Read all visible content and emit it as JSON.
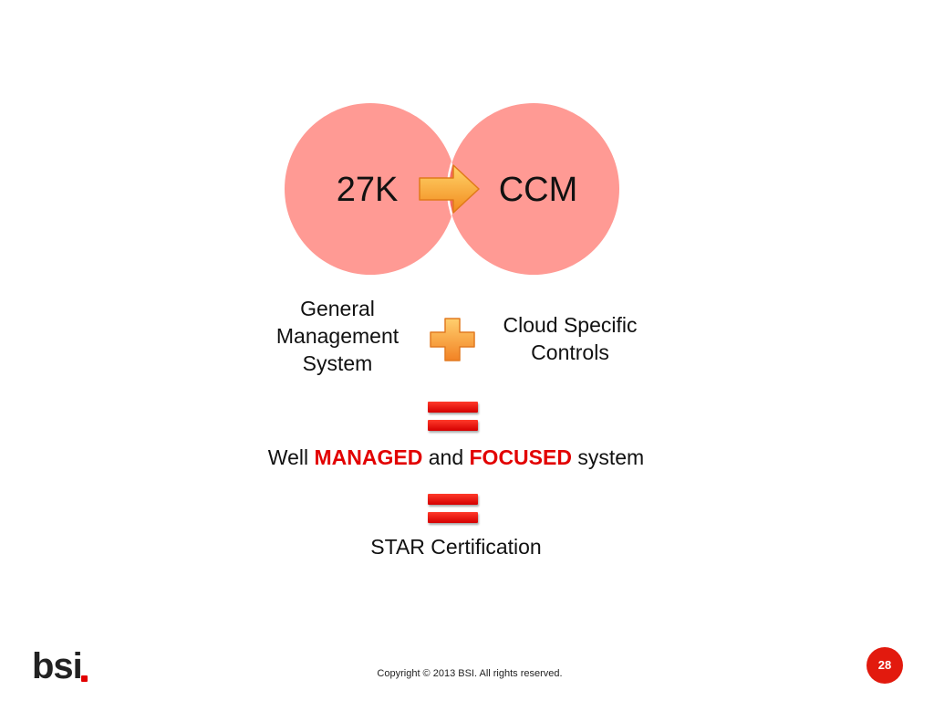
{
  "venn": {
    "left_label": "27K",
    "right_label": "CCM",
    "circle_color": "#ff9a94",
    "overlap_color": "#f46a60"
  },
  "captions": {
    "left": "General Management System",
    "right": "Cloud Specific Controls"
  },
  "statement": {
    "prefix": "Well",
    "highlight1": "MANAGED",
    "middle": "and",
    "highlight2": "FOCUSED",
    "suffix": "system"
  },
  "result": "STAR Certification",
  "footer": {
    "logo": "bsi",
    "copyright": "Copyright © 2013 BSI. All rights reserved.",
    "page_number": "28"
  },
  "icons": [
    "right-arrow-icon",
    "plus-icon",
    "equals-icon"
  ],
  "colors": {
    "accent_red": "#e20000",
    "arrow_orange": "#f7a23c"
  }
}
